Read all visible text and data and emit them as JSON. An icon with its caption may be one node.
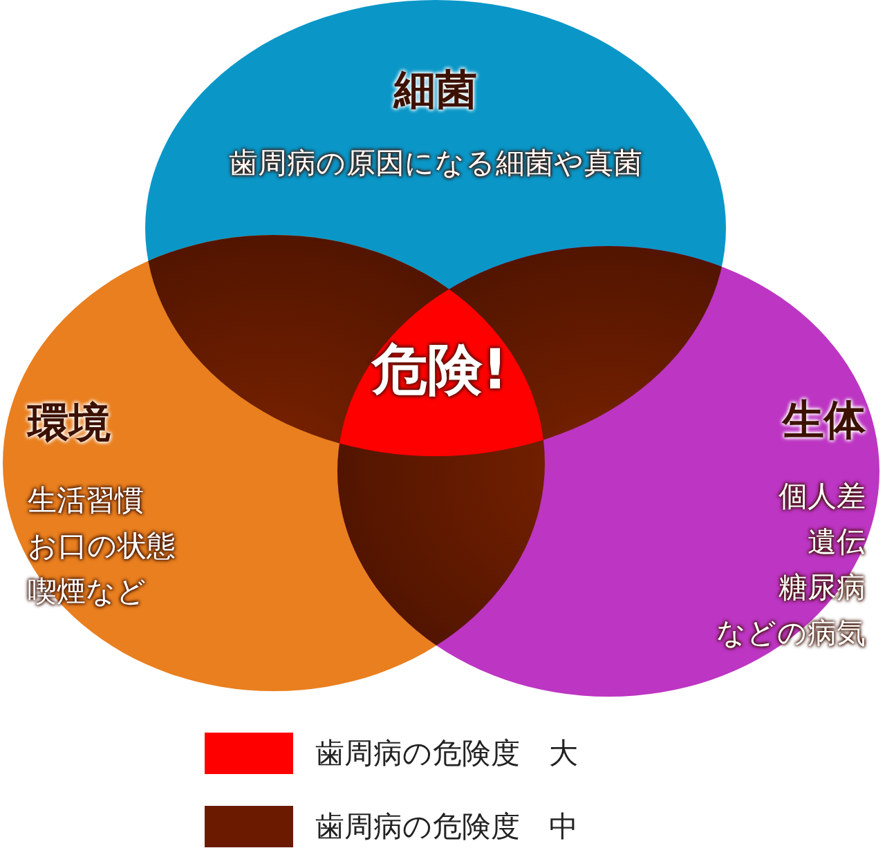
{
  "diagram": {
    "nodes": [
      {
        "text": [
          "細菌",
          "歯周病の原因になる細菌や真菌"
        ]
      },
      {
        "text": [
          "環境",
          "生活習慣",
          "お口の状態",
          "喫煙など"
        ]
      },
      {
        "text": [
          "生体",
          "個人差",
          "遺伝",
          "糖尿病",
          "などの病気"
        ]
      }
    ],
    "labels": [
      "危険!"
    ],
    "legend": [
      {
        "text": "歯周病の危険度　大",
        "color": "#ff0000"
      },
      {
        "text": "歯周病の危険度　中",
        "color": "#6b1a00"
      }
    ]
  }
}
